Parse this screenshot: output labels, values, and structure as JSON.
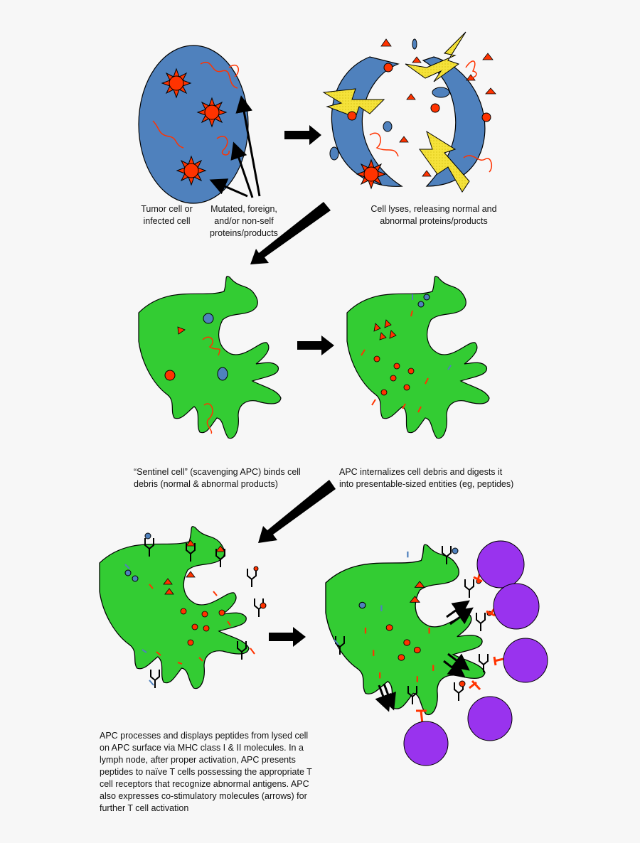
{
  "captions": {
    "tumor_cell": "Tumor cell or\ninfected cell",
    "mutated_products": "Mutated, foreign,\nand/or non-self\nproteins/products",
    "cell_lyses": "Cell lyses, releasing normal and\nabnormal proteins/products",
    "sentinel_cell": "“Sentinel cell” (scavenging APC) binds cell\ndebris (normal & abnormal products)",
    "apc_internalizes": "APC internalizes cell debris and digests it\ninto presentable-sized entities (eg, peptides)",
    "apc_processes": "APC processes and displays peptides from lysed cell\non APC surface via MHC class I & II molecules. In a\nlymph node,  after proper activation, APC presents\npeptides to naïve T cells possessing the appropriate T\ncell receptors that recognize abnormal  antigens. APC\nalso expresses co-stimulatory molecules (arrows) for\nfurther T cell activation"
  },
  "colors": {
    "cell_blue": "#4f81bd",
    "apc_green": "#33cc33",
    "antigen_red": "#ff3300",
    "lightning_yellow": "#f5e23a",
    "t_cell_purple": "#9933ee"
  }
}
